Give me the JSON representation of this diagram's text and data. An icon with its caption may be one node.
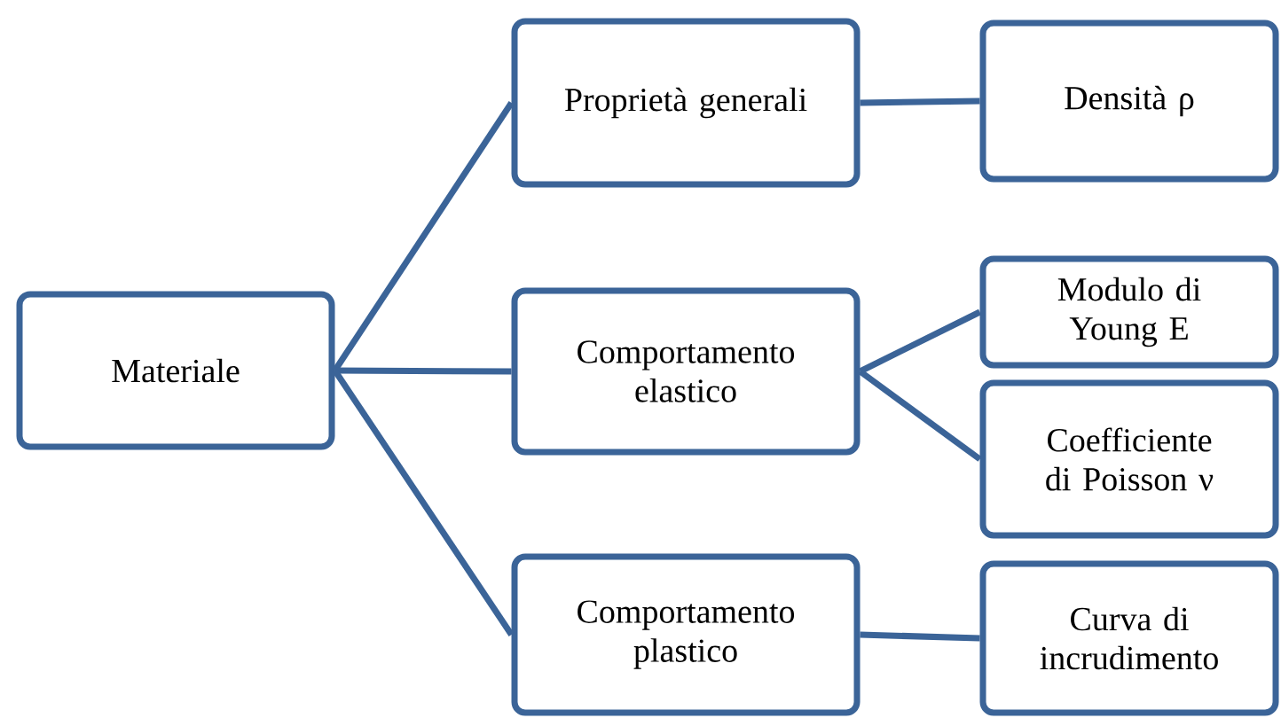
{
  "diagram": {
    "nodes": [
      {
        "text": [
          "Materiale"
        ]
      },
      {
        "text": [
          "Proprietà generali"
        ]
      },
      {
        "text": [
          "Comportamento elastico"
        ]
      },
      {
        "text": [
          "Comportamento plastico"
        ]
      },
      {
        "text": [
          "Densità  ρ"
        ]
      },
      {
        "text": [
          "Modulo di Young E"
        ]
      },
      {
        "text": [
          "Coefficiente di Poisson ν"
        ]
      },
      {
        "text": [
          "Curva di incrudimento"
        ]
      }
    ],
    "edges": [
      {
        "from": 0,
        "to": 1,
        "arrow": "none"
      },
      {
        "from": 0,
        "to": 2,
        "arrow": "none"
      },
      {
        "from": 0,
        "to": 3,
        "arrow": "none"
      },
      {
        "from": 1,
        "to": 4,
        "arrow": "none"
      },
      {
        "from": 2,
        "to": 5,
        "arrow": "none"
      },
      {
        "from": 2,
        "to": 6,
        "arrow": "none"
      },
      {
        "from": 3,
        "to": 7,
        "arrow": "none"
      }
    ]
  }
}
